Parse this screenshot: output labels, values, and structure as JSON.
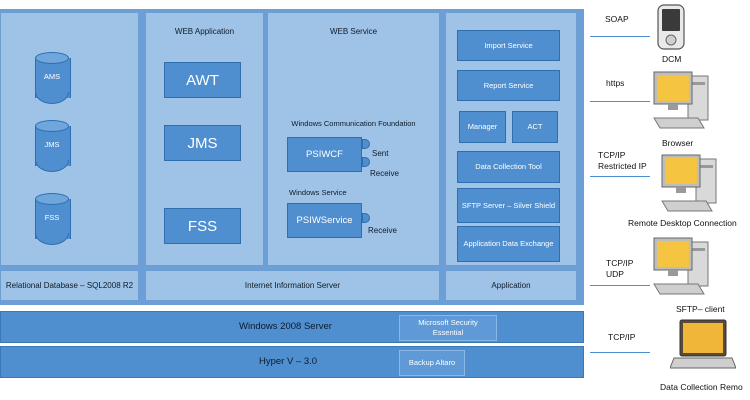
{
  "diagram": {
    "db_panel": {
      "cylinders": [
        "AMS",
        "JMS",
        "FSS"
      ],
      "footer": "Relational Database – SQL2008 R2"
    },
    "web_app_panel": {
      "title": "WEB Application",
      "boxes": [
        "AWT",
        "JMS",
        "FSS"
      ]
    },
    "web_service_panel": {
      "title": "WEB Service",
      "wcf_title": "Windows Communication Foundation",
      "wcf_box": "PSIWCF",
      "wcf_sent": "Sent",
      "wcf_receive": "Receive",
      "winsvc_title": "Windows Service",
      "winsvc_box": "PSIWService",
      "winsvc_receive": "Receive"
    },
    "iis_footer": "Internet Information Server",
    "app_panel": {
      "import": "Import Service",
      "report": "Report Service",
      "manager": "Manager",
      "act": "ACT",
      "dct": "Data Collection Tool",
      "sftp": "SFTP Server – Silver Shield",
      "ade": "Application Data Exchange",
      "footer": "Application"
    },
    "windows_bar": {
      "label": "Windows 2008 Server",
      "sub": "Microsoft Security Essential"
    },
    "hyperv_bar": {
      "label": "Hyper V – 3.0",
      "sub": "Backup Altaro"
    },
    "connections": [
      {
        "protocol": "SOAP",
        "device_label": "DCM",
        "icon": "phone-icon"
      },
      {
        "protocol": "https",
        "device_label": "Browser",
        "icon": "desktop-computer-icon"
      },
      {
        "protocol": "TCP/IP Restricted IP",
        "device_label": "Remote Desktop Connection",
        "icon": "desktop-computer-icon"
      },
      {
        "protocol": "TCP/IP UDP",
        "device_label": "SFTP– client",
        "icon": "desktop-computer-icon"
      },
      {
        "protocol": "TCP/IP",
        "device_label": "Data Collection Remo",
        "icon": "laptop-icon"
      }
    ]
  }
}
